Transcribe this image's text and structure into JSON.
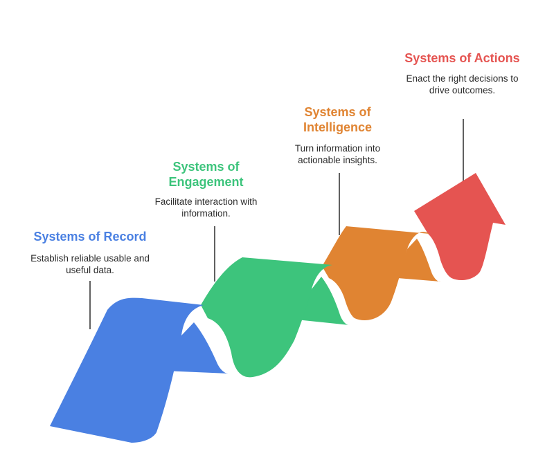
{
  "colors": {
    "record": "#4a80e2",
    "engagement": "#3dc47c",
    "intelligence": "#e08432",
    "actions": "#e55451",
    "connector": "#2b2b2b",
    "text": "#2b2b2b"
  },
  "stages": [
    {
      "id": "record",
      "title": "Systems of Record",
      "description": "Establish reliable usable and useful data."
    },
    {
      "id": "engagement",
      "title": "Systems of Engagement",
      "description": "Facilitate interaction with information."
    },
    {
      "id": "intelligence",
      "title": "Systems of Intelligence",
      "description": "Turn information into actionable insights."
    },
    {
      "id": "actions",
      "title": "Systems of Actions",
      "description": "Enact the right decisions to drive outcomes."
    }
  ]
}
